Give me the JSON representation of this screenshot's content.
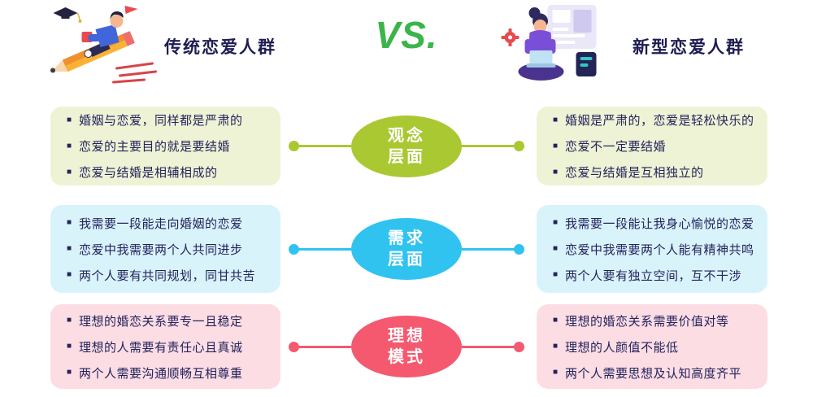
{
  "bullet_icon": "■",
  "header": {
    "left_title": "传统恋爱人群",
    "vs_label": "VS.",
    "right_title": "新型恋爱人群",
    "title_color": "#1d1d52",
    "vs_color": "#3bb54a",
    "left_illustration": "student-flying-on-pencil",
    "right_illustration": "woman-with-laptop-and-screens"
  },
  "rows": [
    {
      "name": "观念层面",
      "label_line1": "观念",
      "label_line2": "层面",
      "accent": "#a9c832",
      "box_bg": "#eef3d5",
      "left_items": [
        "婚姻与恋爱，同样都是严肃的",
        "恋爱的主要目的就是要结婚",
        "恋爱与结婚是相辅相成的"
      ],
      "right_items": [
        "婚姻是严肃的，恋爱是轻松快乐的",
        "恋爱不一定要结婚",
        "恋爱与结婚是互相独立的"
      ]
    },
    {
      "name": "需求层面",
      "label_line1": "需求",
      "label_line2": "层面",
      "accent": "#30c3f0",
      "box_bg": "#d9f3fb",
      "left_items": [
        "我需要一段能走向婚姻的恋爱",
        "恋爱中我需要两个人共同进步",
        "两个人要有共同规划，同甘共苦"
      ],
      "right_items": [
        "我需要一段能让我身心愉悦的恋爱",
        "恋爱中我需要两个人能有精神共鸣",
        "两个人要有独立空间，互不干涉"
      ]
    },
    {
      "name": "理想模式",
      "label_line1": "理想",
      "label_line2": "模式",
      "accent": "#f4596f",
      "box_bg": "#fcdde4",
      "left_items": [
        "理想的婚恋关系要专一且稳定",
        "理想的人需要有责任心且真诚",
        "两个人需要沟通顺畅互相尊重"
      ],
      "right_items": [
        "理想的婚恋关系需要价值对等",
        "理想的人颜值不能低",
        "两个人需要思想及认知高度齐平"
      ]
    }
  ]
}
